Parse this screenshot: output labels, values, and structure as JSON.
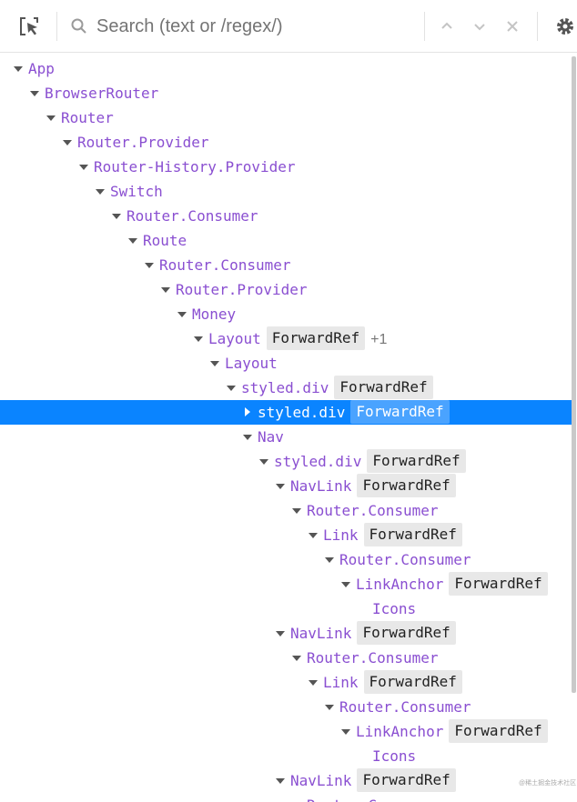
{
  "search": {
    "placeholder": "Search (text or /regex/)"
  },
  "toolbar": {
    "icons": [
      "select-element-icon",
      "search-icon",
      "chevron-up-icon",
      "chevron-down-icon",
      "close-icon",
      "gear-icon"
    ]
  },
  "colors": {
    "component": "#8a4fd1",
    "selected": "#0a84ff",
    "badge": "#e8e8e8"
  },
  "tree": [
    {
      "depth": 0,
      "name": "App",
      "expanded": true
    },
    {
      "depth": 1,
      "name": "BrowserRouter",
      "expanded": true
    },
    {
      "depth": 2,
      "name": "Router",
      "expanded": true
    },
    {
      "depth": 3,
      "name": "Router.Provider",
      "expanded": true
    },
    {
      "depth": 4,
      "name": "Router-History.Provider",
      "expanded": true
    },
    {
      "depth": 5,
      "name": "Switch",
      "expanded": true
    },
    {
      "depth": 6,
      "name": "Router.Consumer",
      "expanded": true
    },
    {
      "depth": 7,
      "name": "Route",
      "expanded": true
    },
    {
      "depth": 8,
      "name": "Router.Consumer",
      "expanded": true
    },
    {
      "depth": 9,
      "name": "Router.Provider",
      "expanded": true
    },
    {
      "depth": 10,
      "name": "Money",
      "expanded": true
    },
    {
      "depth": 11,
      "name": "Layout",
      "expanded": true,
      "badge": "ForwardRef",
      "extra": "+1"
    },
    {
      "depth": 12,
      "name": "Layout",
      "expanded": true
    },
    {
      "depth": 13,
      "name": "styled.div",
      "expanded": true,
      "badge": "ForwardRef"
    },
    {
      "depth": 14,
      "name": "styled.div",
      "expanded": false,
      "badge": "ForwardRef",
      "selected": true
    },
    {
      "depth": 14,
      "name": "Nav",
      "expanded": true
    },
    {
      "depth": 15,
      "name": "styled.div",
      "expanded": true,
      "badge": "ForwardRef"
    },
    {
      "depth": 16,
      "name": "NavLink",
      "expanded": true,
      "badge": "ForwardRef"
    },
    {
      "depth": 17,
      "name": "Router.Consumer",
      "expanded": true
    },
    {
      "depth": 18,
      "name": "Link",
      "expanded": true,
      "badge": "ForwardRef"
    },
    {
      "depth": 19,
      "name": "Router.Consumer",
      "expanded": true
    },
    {
      "depth": 20,
      "name": "LinkAnchor",
      "expanded": true,
      "badge": "ForwardRef"
    },
    {
      "depth": 21,
      "name": "Icons",
      "leaf": true
    },
    {
      "depth": 16,
      "name": "NavLink",
      "expanded": true,
      "badge": "ForwardRef"
    },
    {
      "depth": 17,
      "name": "Router.Consumer",
      "expanded": true
    },
    {
      "depth": 18,
      "name": "Link",
      "expanded": true,
      "badge": "ForwardRef"
    },
    {
      "depth": 19,
      "name": "Router.Consumer",
      "expanded": true
    },
    {
      "depth": 20,
      "name": "LinkAnchor",
      "expanded": true,
      "badge": "ForwardRef"
    },
    {
      "depth": 21,
      "name": "Icons",
      "leaf": true
    },
    {
      "depth": 16,
      "name": "NavLink",
      "expanded": true,
      "badge": "ForwardRef"
    },
    {
      "depth": 17,
      "name": "Router.C",
      "expanded": true
    }
  ],
  "watermark": "@稀土掘金技术社区"
}
